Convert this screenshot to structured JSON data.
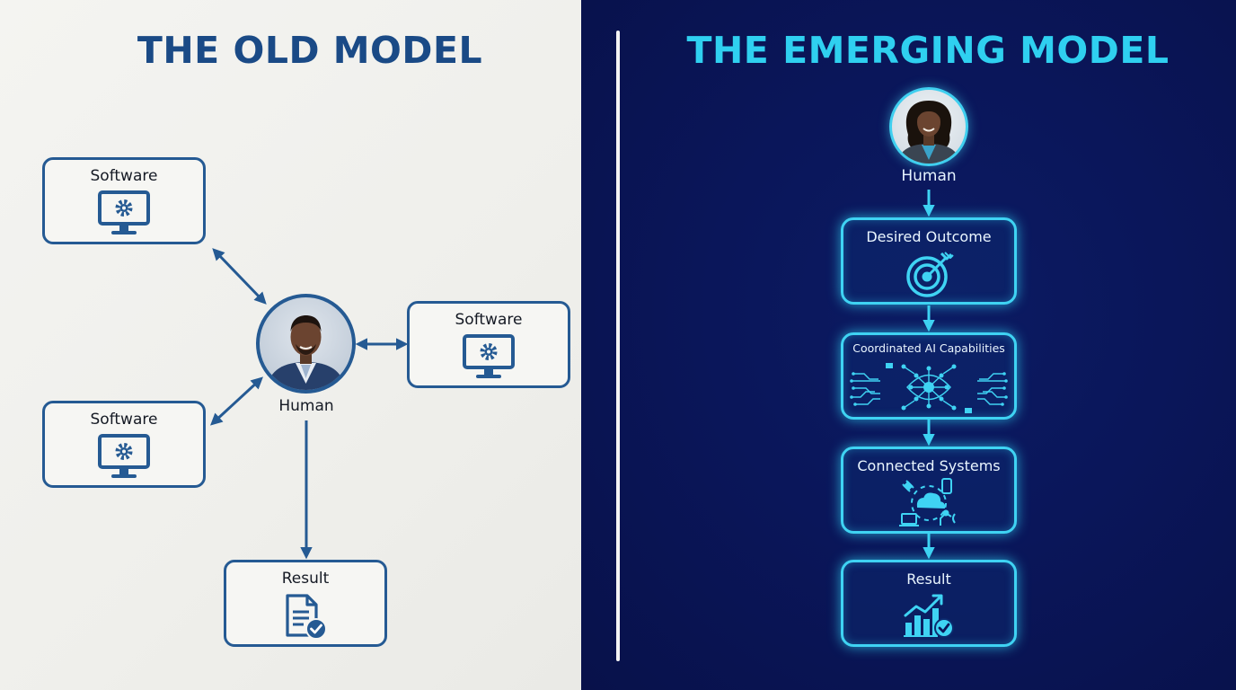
{
  "old_model": {
    "title": "THE OLD MODEL",
    "software_top": {
      "label": "Software",
      "icon": "monitor-gear-icon"
    },
    "software_right": {
      "label": "Software",
      "icon": "monitor-gear-icon"
    },
    "software_bottom": {
      "label": "Software",
      "icon": "monitor-gear-icon"
    },
    "human": {
      "label": "Human",
      "icon": "person-photo"
    },
    "result": {
      "label": "Result",
      "icon": "document-check-icon"
    },
    "colors": {
      "accent": "#255a93",
      "title": "#1a4a86",
      "background": "#f1f1ee"
    }
  },
  "emerging_model": {
    "title": "THE EMERGING MODEL",
    "human": {
      "label": "Human",
      "icon": "person-photo"
    },
    "steps": [
      {
        "label": "Desired Outcome",
        "icon": "target-arrow-icon"
      },
      {
        "label": "Coordinated AI Capabilities",
        "icon": "ai-brain-circuit-icon"
      },
      {
        "label": "Connected Systems",
        "icon": "cloud-devices-icon"
      },
      {
        "label": "Result",
        "icon": "growth-chart-check-icon"
      }
    ],
    "colors": {
      "accent": "#3fd3f3",
      "title": "#2fd0f0",
      "background": "#0a165a"
    }
  }
}
